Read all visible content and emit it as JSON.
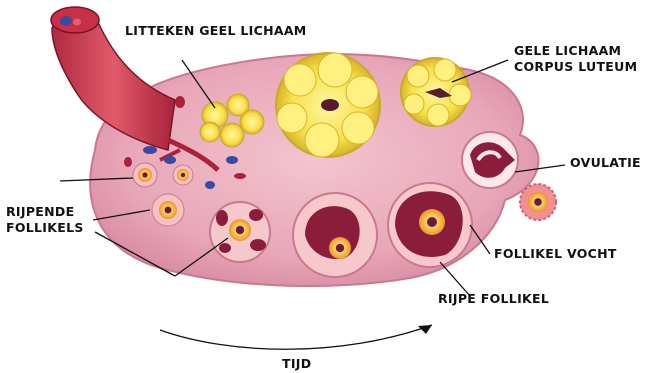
{
  "labels": {
    "scar_yellow_body": "LITTEKEN GEEL LICHAAM",
    "yellow_body_line1": "GELE LICHAAM",
    "yellow_body_line2": "CORPUS LUTEUM",
    "ovulation": "OVULATIE",
    "ripening_line1": "RIJPENDE",
    "ripening_line2": "FOLLIKELS",
    "follicle_fluid": "FOLLIKEL VOCHT",
    "ripe_follicle": "RIJPE FOLLIKEL",
    "time": "TIJD"
  },
  "colors": {
    "ovary_tissue": "#e8a7b8",
    "ovary_outline": "#c87890",
    "blood_vessel": "#c8334a",
    "corpus_luteum": "#f5e04a",
    "follicle_fluid": "#8a1c3c",
    "oocyte": "#f0b030",
    "vein": "#3a4aa0"
  }
}
